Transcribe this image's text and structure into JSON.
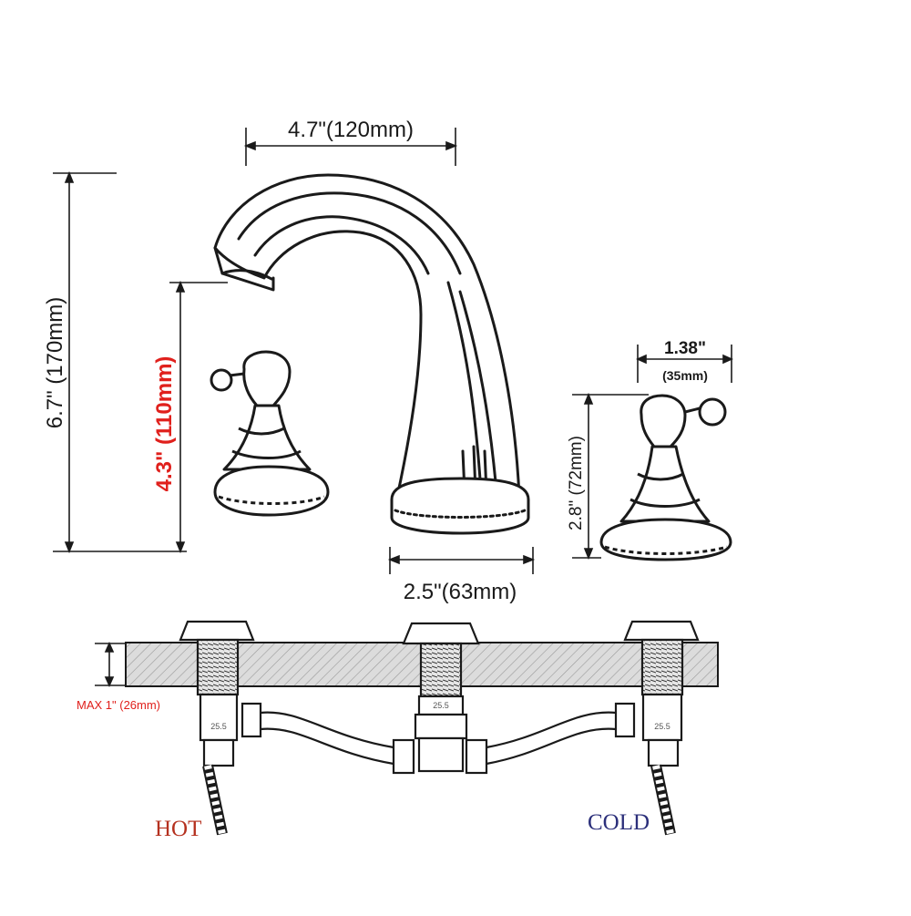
{
  "dimensions": {
    "spout_reach": "4.7\"(120mm)",
    "total_height": "6.7\" (170mm)",
    "spout_height": "4.3\" (110mm)",
    "handle_width_in": "1.38\"",
    "handle_width_mm": "(35mm)",
    "handle_height": "2.8\" (72mm)",
    "spout_base": "2.5\"(63mm)",
    "max_deck": "MAX 1\" (26mm)"
  },
  "labels": {
    "hot": "HOT",
    "cold": "COLD",
    "valve_mark": "25.5"
  },
  "colors": {
    "line": "#1a1a1a",
    "highlight": "#e0201c",
    "hot": "#b5311f",
    "cold": "#2b2f7a",
    "deck_fill": "#d9d9d9"
  }
}
